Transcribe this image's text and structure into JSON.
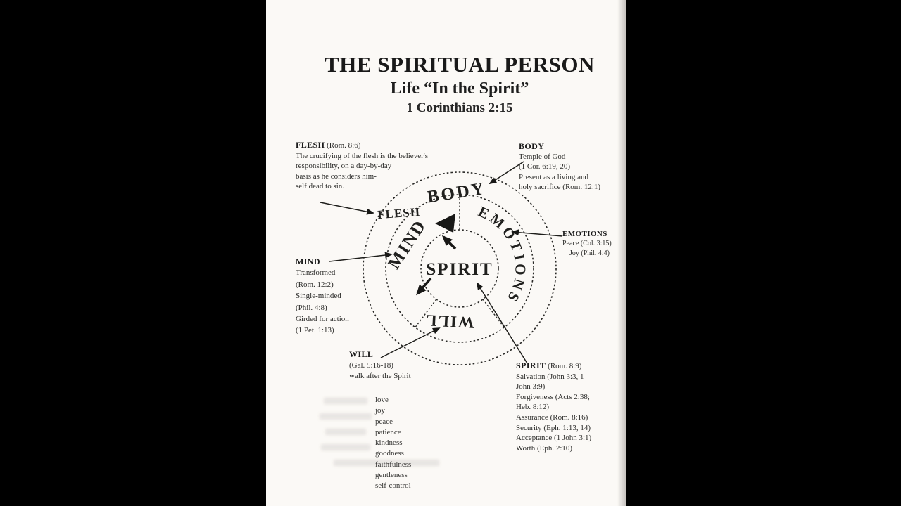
{
  "page": {
    "title": "THE SPIRITUAL PERSON",
    "subtitle": "Life “In the Spirit”",
    "verse": "1 Corinthians 2:15"
  },
  "diagram": {
    "labels": {
      "spirit": "SPIRIT",
      "mind": "MIND",
      "emotions": "EMOTIONS",
      "will": "WILL",
      "body": "BODY",
      "flesh": "FLESH"
    }
  },
  "annotations": {
    "flesh": {
      "heading": "FLESH",
      "ref": "(Rom. 8:6)",
      "lines": [
        "The crucifying of the flesh is the believer's",
        "responsibility, on a day-by-day",
        "basis as he considers him-",
        "self dead to sin."
      ]
    },
    "body": {
      "heading": "BODY",
      "lines": [
        "Temple of God",
        "(1 Cor. 6:19, 20)",
        "Present as a living and",
        "holy sacrifice (Rom. 12:1)"
      ]
    },
    "emotions": {
      "heading": "EMOTIONS",
      "lines": [
        "Peace (Col. 3:15)",
        "Joy (Phil. 4:4)"
      ]
    },
    "mind": {
      "heading": "MIND",
      "lines": [
        "Transformed",
        "(Rom. 12:2)",
        "Single-minded",
        "(Phil. 4:8)",
        "Girded for action",
        "(1 Pet. 1:13)"
      ]
    },
    "will": {
      "heading": "WILL",
      "lines": [
        "(Gal. 5:16-18)",
        "walk after the Spirit"
      ]
    },
    "spirit": {
      "heading": "SPIRIT",
      "ref": "(Rom. 8:9)",
      "lines": [
        "Salvation (John 3:3, 1",
        "John 3:9)",
        "Forgiveness (Acts 2:38;",
        "Heb. 8:12)",
        "Assurance (Rom. 8:16)",
        "Security (Eph. 1:13, 14)",
        "Acceptance (1 John 3:1)",
        "Worth (Eph. 2:10)"
      ]
    },
    "fruit_list": [
      "love",
      "joy",
      "peace",
      "patience",
      "kindness",
      "goodness",
      "faithfulness",
      "gentleness",
      "self-control"
    ]
  },
  "colors": {
    "backdrop": "#000000",
    "page_bg": "#f6f4f1",
    "ink": "#242422"
  }
}
